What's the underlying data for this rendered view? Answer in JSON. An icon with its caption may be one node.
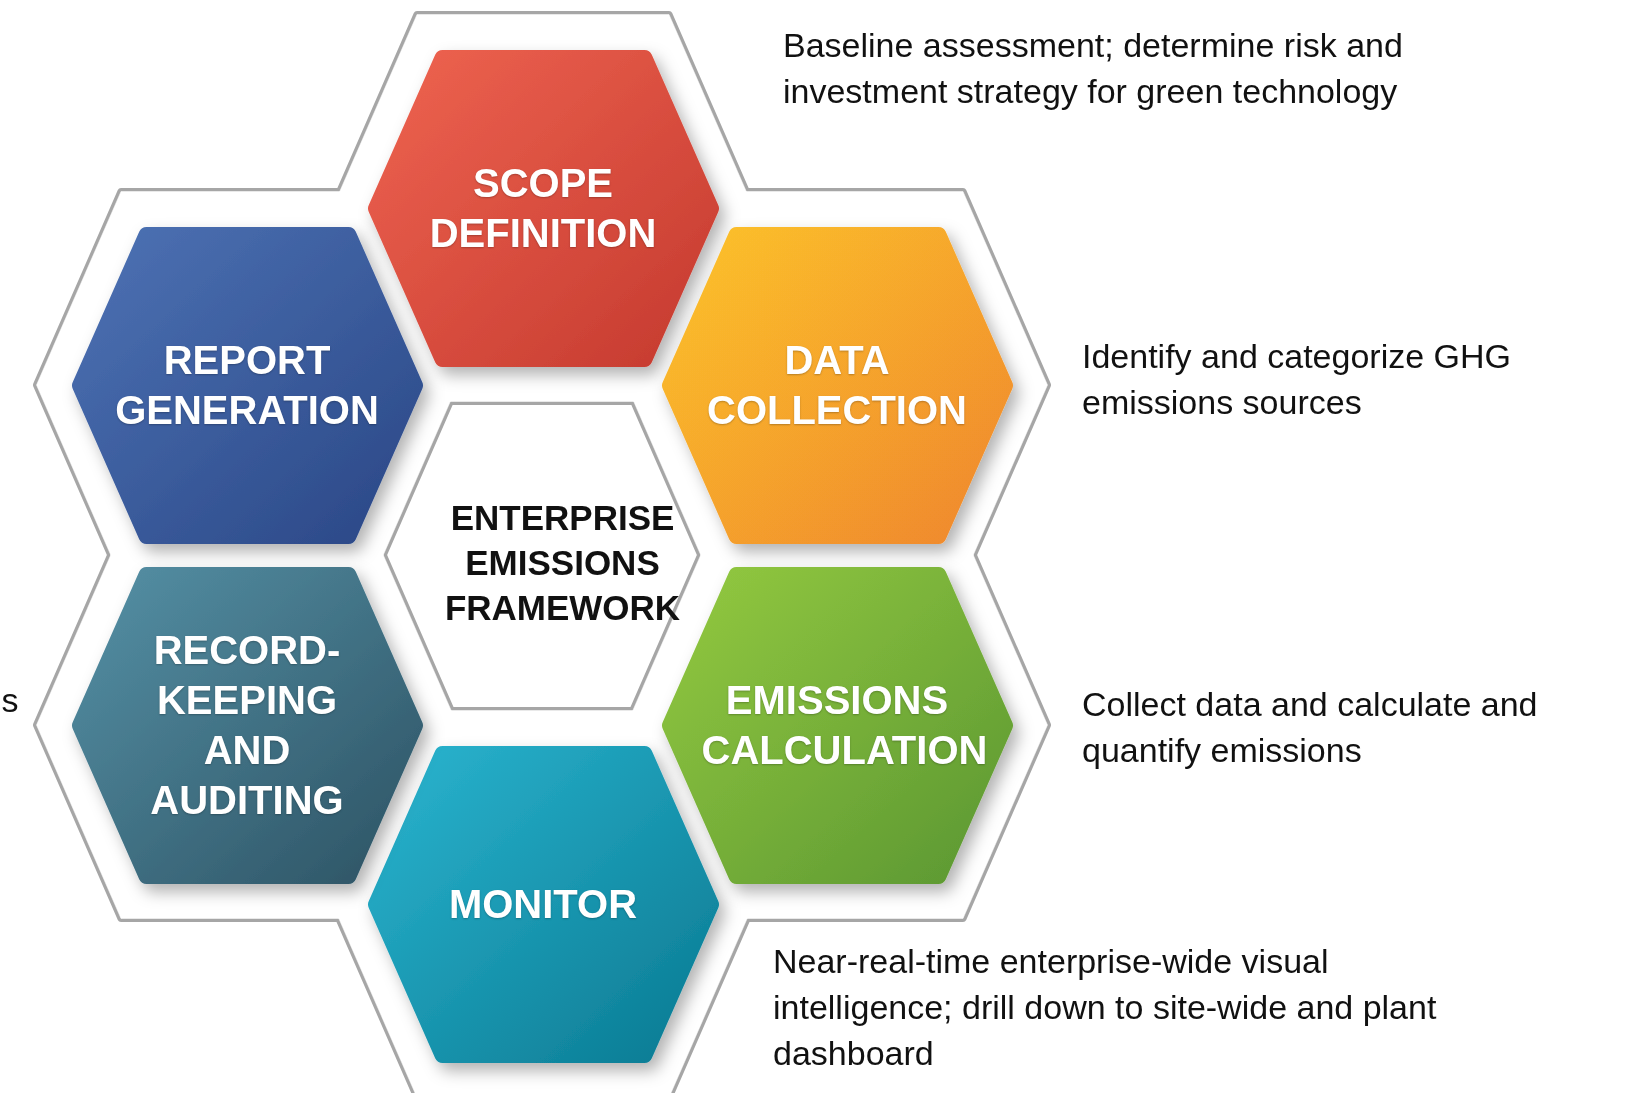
{
  "diagram": {
    "nodes": [
      {
        "text": [
          "SCOPE DEFINITION"
        ],
        "beside": [
          "Baseline assessment; determine risk and investment strategy for green technology"
        ]
      },
      {
        "text": [
          "DATA COLLECTION"
        ],
        "beside": [
          "Identify and categorize GHG emissions sources"
        ]
      },
      {
        "text": [
          "EMISSIONS CALCULATION"
        ],
        "beside": [
          "Collect data and calculate and quantify emissions"
        ]
      },
      {
        "text": [
          "MONITOR"
        ],
        "beside": [
          "Near-real-time enterprise-wide visual intelligence; drill down to site-wide and plant dashboard"
        ]
      },
      {
        "text": [
          "RECORD-KEEPING AND AUDITING"
        ]
      },
      {
        "text": [
          "REPORT GENERATION"
        ]
      }
    ],
    "labels": [
      "ENTERPRISE EMISSIONS FRAMEWORK",
      "s"
    ]
  }
}
